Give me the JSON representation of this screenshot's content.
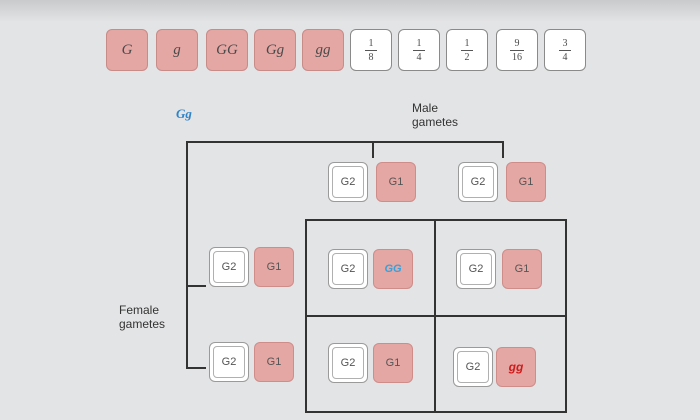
{
  "bank": [
    {
      "label": "G",
      "style": "pink"
    },
    {
      "label": "g",
      "style": "pink"
    },
    {
      "label": "GG",
      "style": "pink"
    },
    {
      "label": "Gg",
      "style": "pink"
    },
    {
      "label": "gg",
      "style": "pink"
    },
    {
      "num": "1",
      "den": "8",
      "style": "white"
    },
    {
      "num": "1",
      "den": "4",
      "style": "white"
    },
    {
      "num": "1",
      "den": "2",
      "style": "white"
    },
    {
      "num": "9",
      "den": "16",
      "style": "white"
    },
    {
      "num": "3",
      "den": "4",
      "style": "white"
    }
  ],
  "parent_genotype": "Gg",
  "male_label": "Male\ngametes",
  "female_label": "Female\ngametes",
  "box_left": "G2",
  "box_right": "G1",
  "cells": {
    "r1c1": {
      "value": "GG",
      "color": "#3aa0d8"
    },
    "r2c2": {
      "value": "gg",
      "color": "#d11a1a"
    }
  },
  "colors": {
    "pink": "#e4a7a4",
    "blue_text": "#2f84c8",
    "red_text": "#d11a1a"
  }
}
